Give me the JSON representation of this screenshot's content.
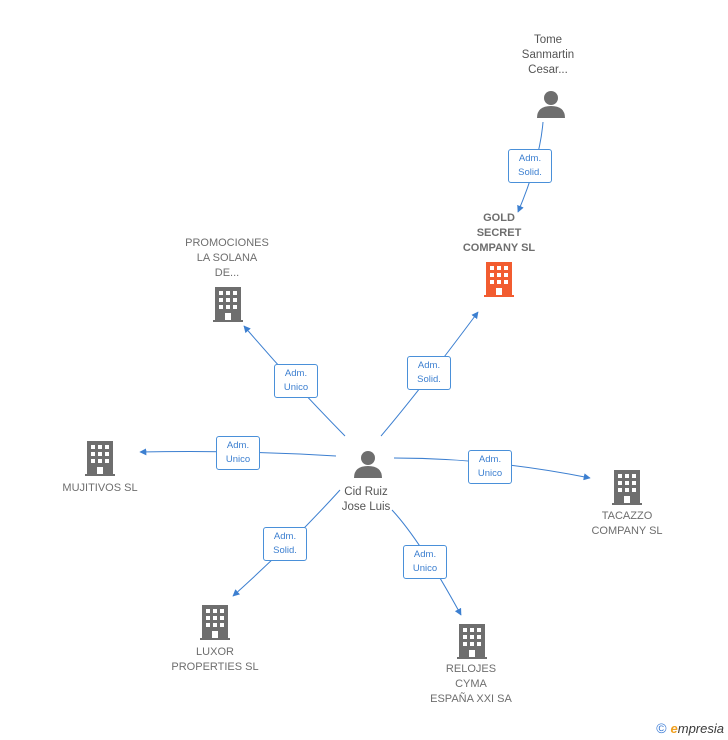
{
  "colors": {
    "edge": "#3c7fd0",
    "node_gray": "#6e6e6e",
    "highlight": "#f25c30"
  },
  "center": {
    "lines": [
      "Cid Ruiz",
      "Jose Luis"
    ],
    "icon": "person-icon"
  },
  "top_person": {
    "lines": [
      "Tome",
      "Sanmartin",
      "Cesar..."
    ],
    "icon": "person-icon"
  },
  "companies": {
    "gold": {
      "lines": [
        "GOLD",
        "SECRET",
        "COMPANY  SL"
      ],
      "icon": "building-icon",
      "highlight": true
    },
    "promociones": {
      "lines": [
        "PROMOCIONES",
        "LA SOLANA",
        "DE..."
      ],
      "icon": "building-icon"
    },
    "mujitivos": {
      "lines": [
        "MUJITIVOS SL"
      ],
      "icon": "building-icon"
    },
    "tacazzo": {
      "lines": [
        "TACAZZO",
        "COMPANY  SL"
      ],
      "icon": "building-icon"
    },
    "luxor": {
      "lines": [
        "LUXOR",
        "PROPERTIES SL"
      ],
      "icon": "building-icon"
    },
    "relojes": {
      "lines": [
        "RELOJES",
        "CYMA",
        "ESPAÑA XXI SA"
      ],
      "icon": "building-icon"
    }
  },
  "edges": {
    "tome_gold": [
      "Adm.",
      "Solid."
    ],
    "cid_gold": [
      "Adm.",
      "Solid."
    ],
    "cid_promociones": [
      "Adm.",
      "Unico"
    ],
    "cid_mujitivos": [
      "Adm.",
      "Unico"
    ],
    "cid_tacazzo": [
      "Adm.",
      "Unico"
    ],
    "cid_luxor": [
      "Adm.",
      "Solid."
    ],
    "cid_relojes": [
      "Adm.",
      "Unico"
    ]
  },
  "footer": {
    "copyright": "©",
    "brand_initial": "e",
    "brand_rest": "mpresia"
  }
}
